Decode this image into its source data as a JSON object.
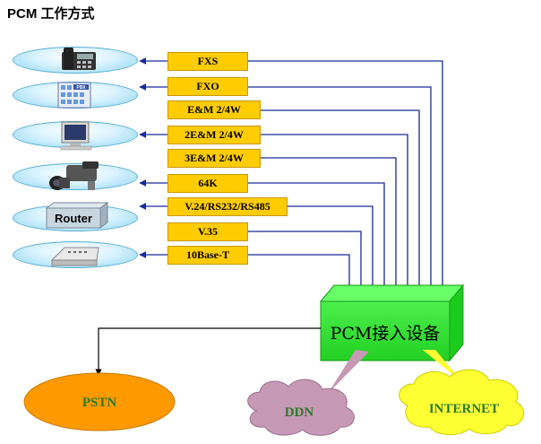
{
  "title": "PCM 工作方式",
  "interfaces": [
    "FXS",
    "FXO",
    "E&M 2/4W",
    "2E&M 2/4W",
    "3E&M 2/4W",
    "64K",
    "V.24/RS232/RS485",
    "V.35",
    "10Base-T"
  ],
  "devices": [
    "telephone-icon",
    "pbx-icon",
    "",
    "computer-icon",
    "video-camera-icon",
    "Router",
    "modem-icon"
  ],
  "router_label": "Router",
  "pbx_label": "PBX",
  "central_device": "PCM接入设备",
  "networks": {
    "pstn": "PSTN",
    "ddn": "DDN",
    "internet": "INTERNET"
  },
  "colors": {
    "interface_box": "#ffcc00",
    "device_box": "#33ee33",
    "line": "#1a2a9a",
    "pstn": "#ff9900",
    "ddn": "#c699b5",
    "internet": "#ffff33",
    "label_green": "#2a7a2a"
  }
}
